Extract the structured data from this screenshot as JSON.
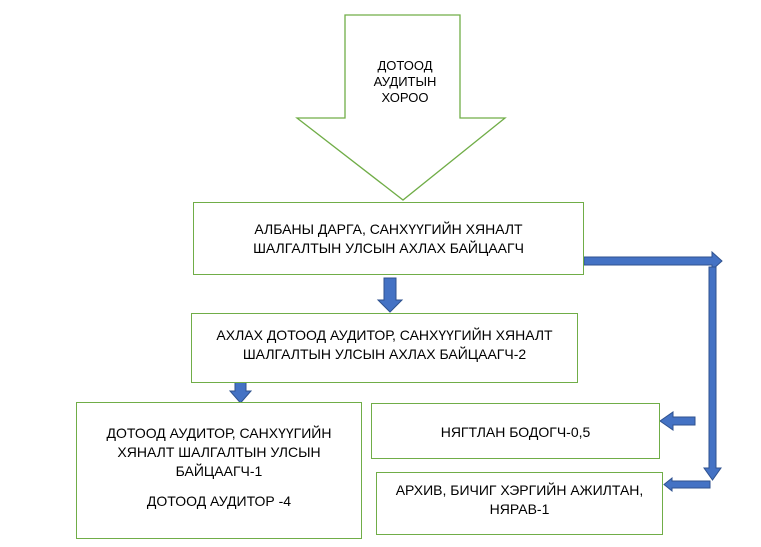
{
  "committee": {
    "lines": [
      "ДОТООД",
      "АУДИТЫН",
      "ХОРОО"
    ]
  },
  "head": {
    "lines": [
      "АЛБАНЫ ДАРГА, САНХҮҮГИЙН ХЯНАЛТ",
      "ШАЛГАЛТЫН УЛСЫН АХЛАХ БАЙЦААГЧ"
    ]
  },
  "senior_auditor": {
    "lines": [
      "АХЛАХ ДОТООД АУДИТОР, САНХҮҮГИЙН ХЯНАЛТ",
      "ШАЛГАЛТЫН УЛСЫН АХЛАХ БАЙЦААГЧ-2"
    ]
  },
  "auditor": {
    "lines": [
      "ДОТООД АУДИТОР, САНХҮҮГИЙН",
      "ХЯНАЛТ ШАЛГАЛТЫН УЛСЫН",
      "БАЙЦААГЧ-1"
    ],
    "second": "ДОТООД АУДИТОР -4"
  },
  "accountant": {
    "label": "НЯГТЛАН БОДОГЧ-0,5"
  },
  "archive": {
    "lines": [
      "АРХИВ, БИЧИГ ХЭРГИЙН АЖИЛТАН,",
      "НЯРАВ-1"
    ]
  },
  "colors": {
    "box_border": "#70ad47",
    "arrow_fill": "#4472c4",
    "arrow_stroke": "#2f528f",
    "text": "#000000"
  }
}
